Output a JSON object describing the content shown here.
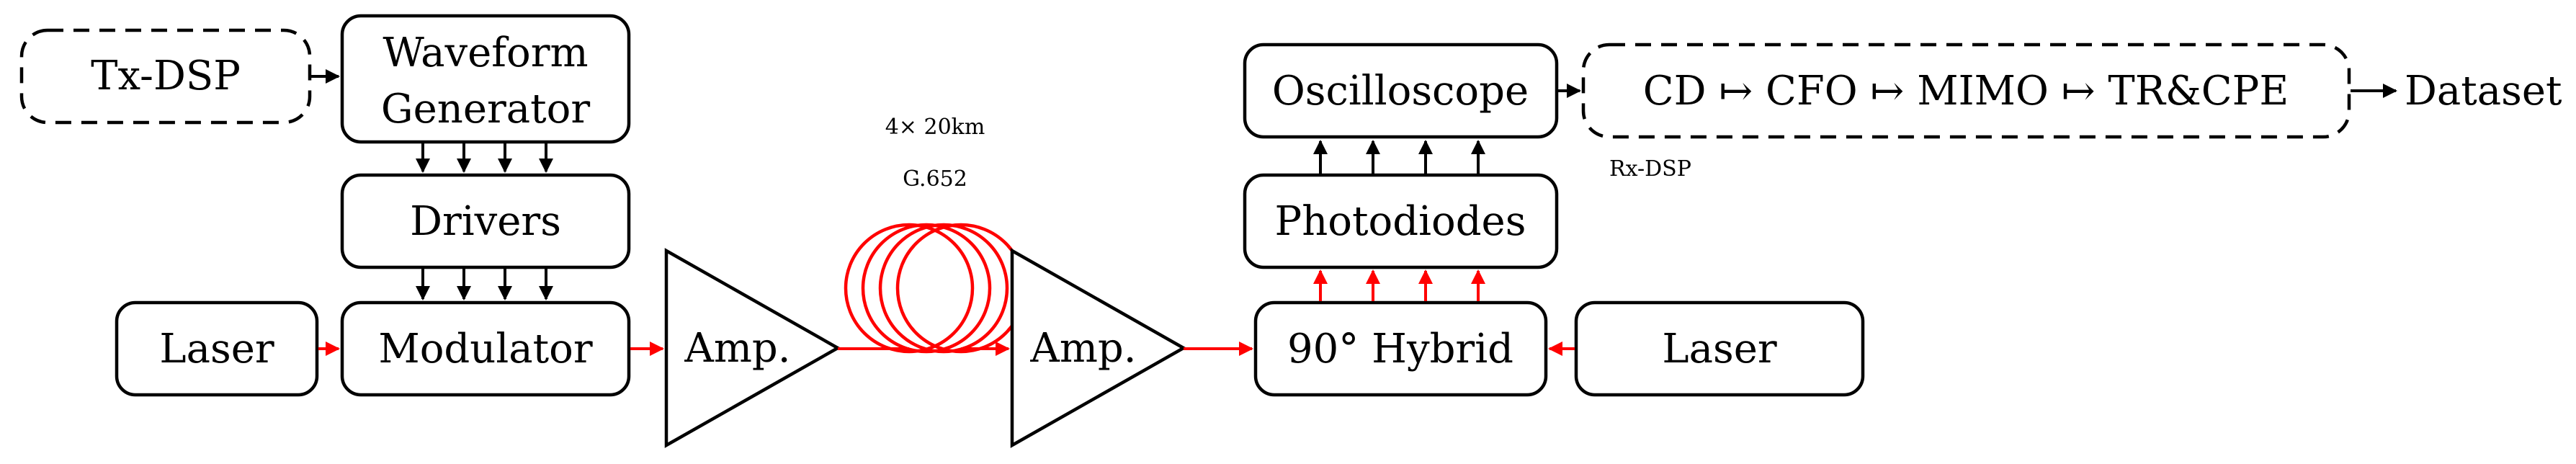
{
  "blocks": {
    "tx_dsp": "Tx-DSP",
    "waveform_generator_line1": "Waveform",
    "waveform_generator_line2": "Generator",
    "drivers": "Drivers",
    "laser_tx": "Laser",
    "modulator": "Modulator",
    "amp_booster": "Amp.",
    "amp_preamp": "Amp.",
    "hybrid": "90° Hybrid",
    "laser_lo": "Laser",
    "photodiodes": "Photodiodes",
    "oscilloscope": "Oscilloscope",
    "rx_dsp_chain": "CD ↦ CFO ↦ MIMO ↦ TR&CPE",
    "rx_dsp_label": "Rx-DSP",
    "dataset": "Dataset"
  },
  "fiber": {
    "span_label": "4× 20km",
    "fiber_type": "G.652"
  },
  "colors": {
    "optical": "#ff0000",
    "electrical": "#000000"
  }
}
